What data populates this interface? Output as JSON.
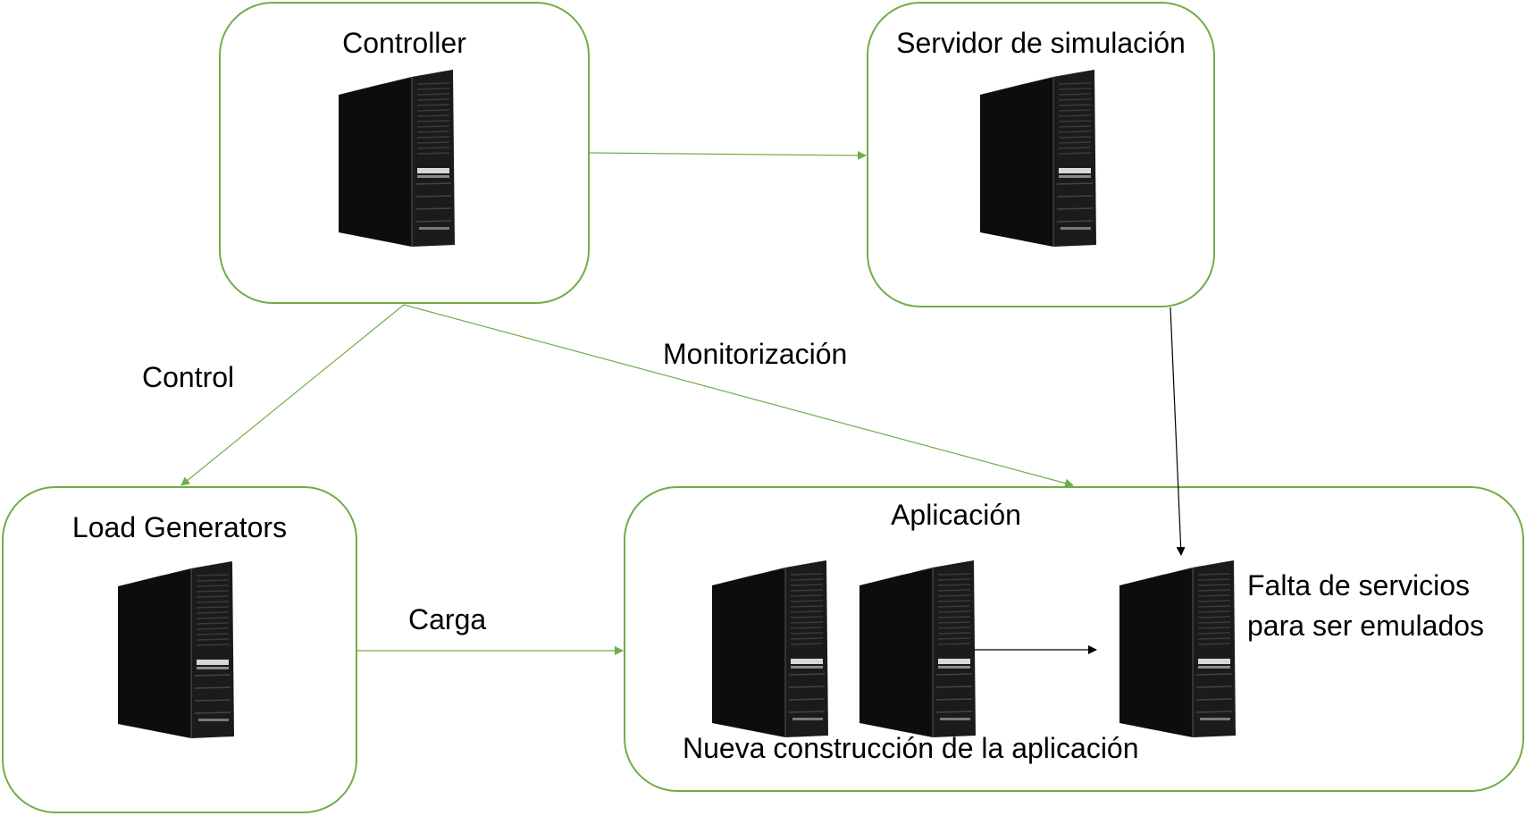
{
  "colors": {
    "accent": "#70ad47",
    "edge_black": "#000000",
    "server_body": "#1b1b1b"
  },
  "nodes": {
    "controller": {
      "title": "Controller"
    },
    "simulation_server": {
      "title": "Servidor de simulación"
    },
    "load_generators": {
      "title": "Load Generators"
    },
    "application": {
      "title": "Aplicación"
    }
  },
  "labels": {
    "control": "Control",
    "monitoring": "Monitorización",
    "load": "Carga",
    "missing_services": "Falta de servicios\npara ser emulados",
    "new_build": "Nueva construcción de la aplicación"
  },
  "icons": [
    "server-tower-icon"
  ]
}
